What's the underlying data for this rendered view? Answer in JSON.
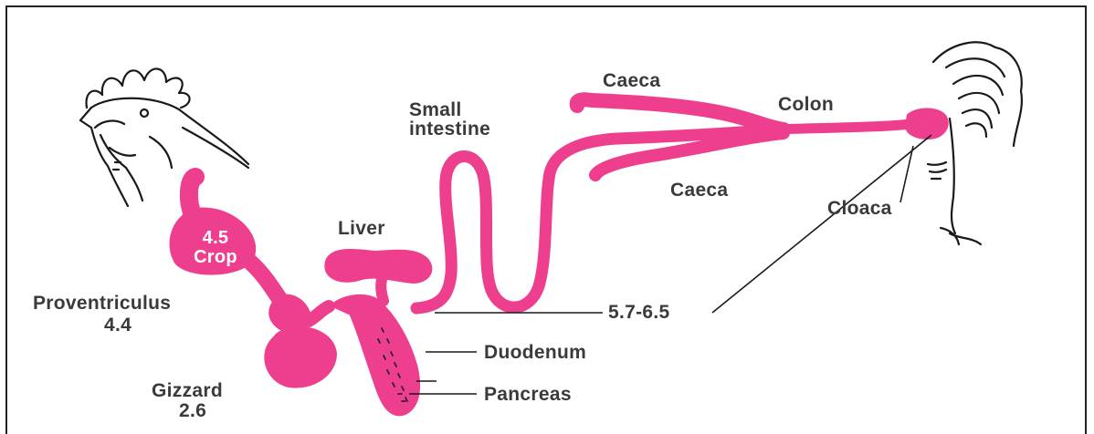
{
  "colors": {
    "tract": "#ee3f8e",
    "outline": "#1a1a1a",
    "frame": "#222222",
    "text": "#3a3a3a"
  },
  "icons": [
    "rooster-head-icon",
    "rooster-tail-icon"
  ],
  "labels": {
    "crop_value": "4.5",
    "crop": "Crop",
    "liver": "Liver",
    "small_intestine_line1": "Small",
    "small_intestine_line2": "intestine",
    "caeca_top": "Caeca",
    "caeca_bottom": "Caeca",
    "colon": "Colon",
    "cloaca": "Cloaca",
    "proventriculus": "Proventriculus",
    "proventriculus_value": "4.4",
    "gizzard": "Gizzard",
    "gizzard_value": "2.6",
    "intestine_value": "5.7-6.5",
    "duodenum": "Duodenum",
    "pancreas": "Pancreas"
  }
}
